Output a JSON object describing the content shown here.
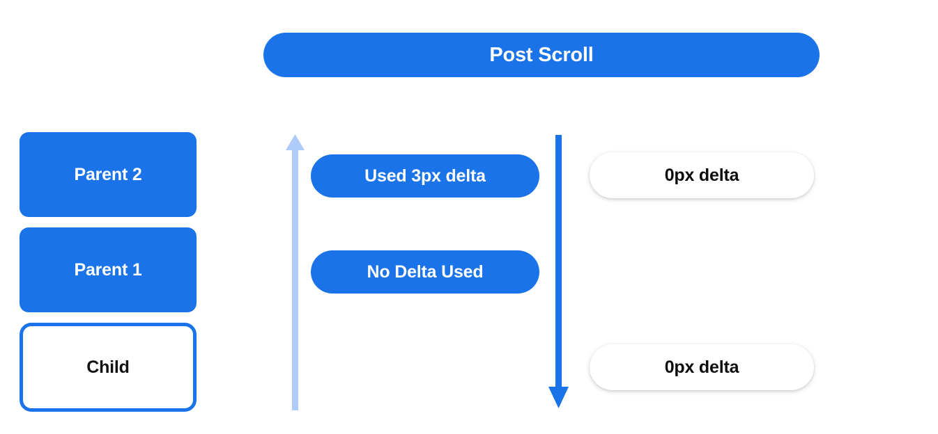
{
  "header": {
    "title": "Post Scroll"
  },
  "colors": {
    "blue": "#1a73e8",
    "light_blue": "#aecbfa",
    "white": "#ffffff",
    "text_dark": "#0d0d0d"
  },
  "left_stack": {
    "boxes": [
      {
        "label": "Parent 2",
        "style": "filled"
      },
      {
        "label": "Parent 1",
        "style": "filled"
      },
      {
        "label": "Child",
        "style": "outlined"
      }
    ]
  },
  "middle_column": {
    "arrow_up": "arrow-up-icon",
    "arrow_down": "arrow-down-icon",
    "pills": [
      {
        "label": "Used 3px delta"
      },
      {
        "label": "No Delta Used"
      }
    ]
  },
  "right_column": {
    "pills": [
      {
        "label": "0px delta"
      },
      {
        "label": "0px delta"
      }
    ]
  }
}
